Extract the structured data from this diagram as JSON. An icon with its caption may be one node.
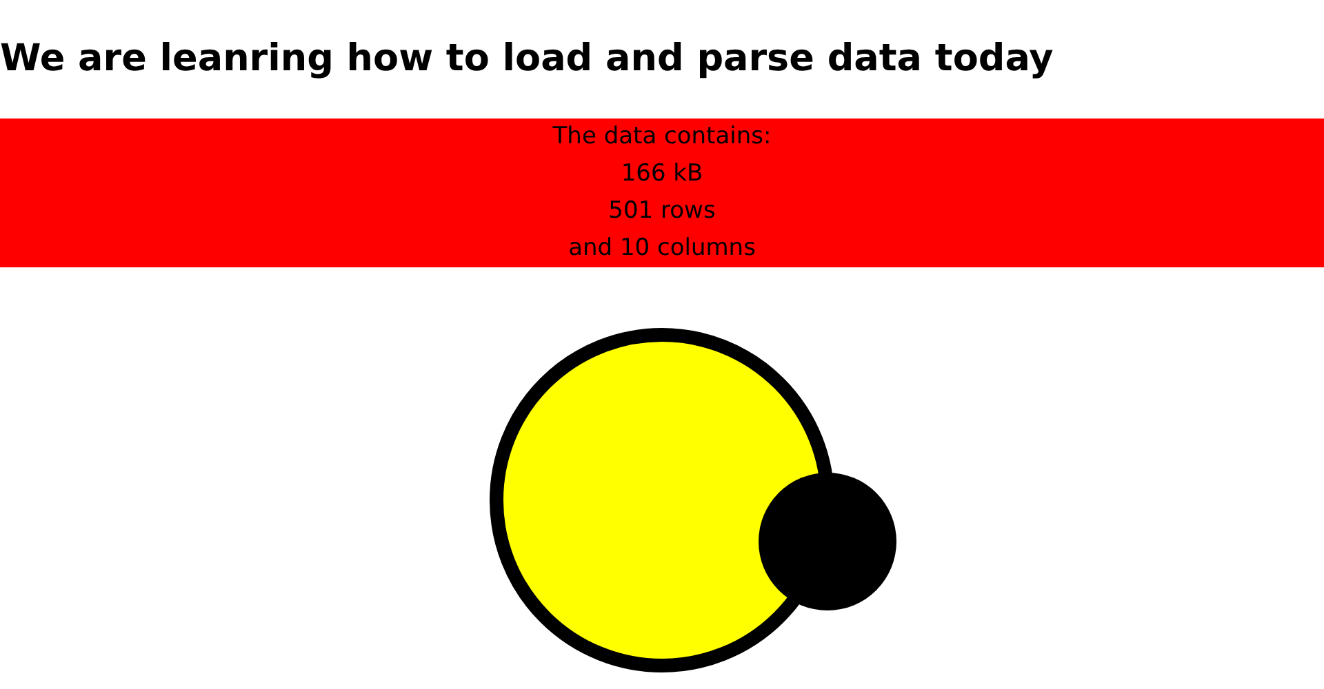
{
  "diagram": {
    "title": "We are leanring how to load and parse data today",
    "nodes": [
      {
        "text": [
          "The data contains:",
          "166 kB",
          "501 rows",
          "and 10 columns"
        ]
      },
      {
        "text": [],
        "shape": "circle"
      },
      {
        "text": [],
        "shape": "circle"
      }
    ]
  }
}
